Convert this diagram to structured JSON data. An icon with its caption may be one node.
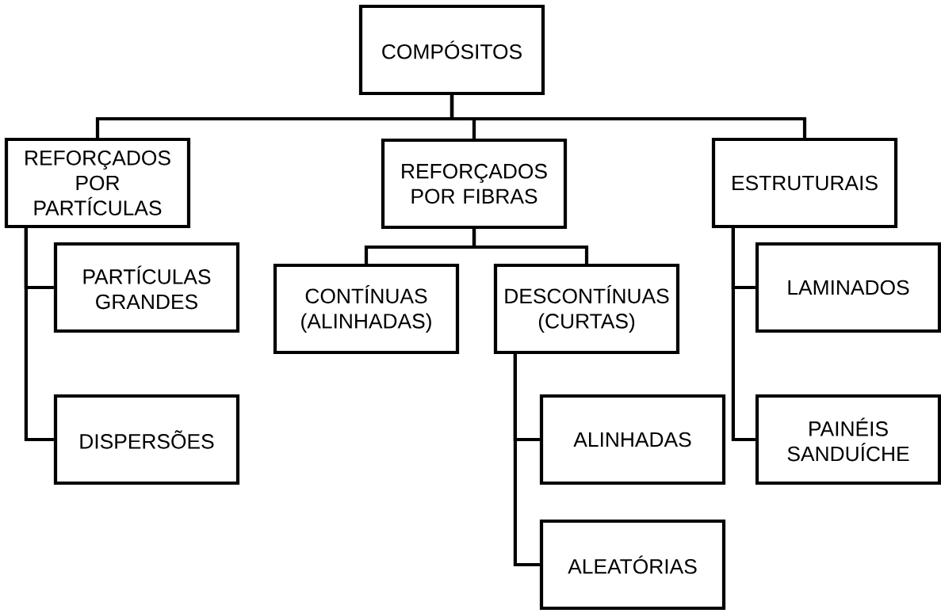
{
  "diagram": {
    "nodes": [
      {
        "text": [
          "COMPÓSITOS"
        ]
      },
      {
        "text": [
          "REFORÇADOS POR PARTÍCULAS"
        ]
      },
      {
        "text": [
          "REFORÇADOS POR FIBRAS"
        ]
      },
      {
        "text": [
          "ESTRUTURAIS"
        ]
      },
      {
        "text": [
          "PARTÍCULAS GRANDES"
        ]
      },
      {
        "text": [
          "DISPERSÕES"
        ]
      },
      {
        "text": [
          "CONTÍNUAS (ALINHADAS)"
        ]
      },
      {
        "text": [
          "DESCONTÍNUAS (CURTAS)"
        ]
      },
      {
        "text": [
          "ALINHADAS"
        ]
      },
      {
        "text": [
          "ALEATÓRIAS"
        ]
      },
      {
        "text": [
          "LAMINADOS"
        ]
      },
      {
        "text": [
          "PAINÉIS SANDUÍCHE"
        ]
      }
    ],
    "edges": [
      {
        "from": 0,
        "to": 1,
        "arrow": "none"
      },
      {
        "from": 0,
        "to": 2,
        "arrow": "none"
      },
      {
        "from": 0,
        "to": 3,
        "arrow": "none"
      },
      {
        "from": 1,
        "to": 4,
        "arrow": "none"
      },
      {
        "from": 1,
        "to": 5,
        "arrow": "none"
      },
      {
        "from": 2,
        "to": 6,
        "arrow": "none"
      },
      {
        "from": 2,
        "to": 7,
        "arrow": "none"
      },
      {
        "from": 7,
        "to": 8,
        "arrow": "none"
      },
      {
        "from": 7,
        "to": 9,
        "arrow": "none"
      },
      {
        "from": 3,
        "to": 10,
        "arrow": "none"
      },
      {
        "from": 3,
        "to": 11,
        "arrow": "none"
      }
    ]
  }
}
